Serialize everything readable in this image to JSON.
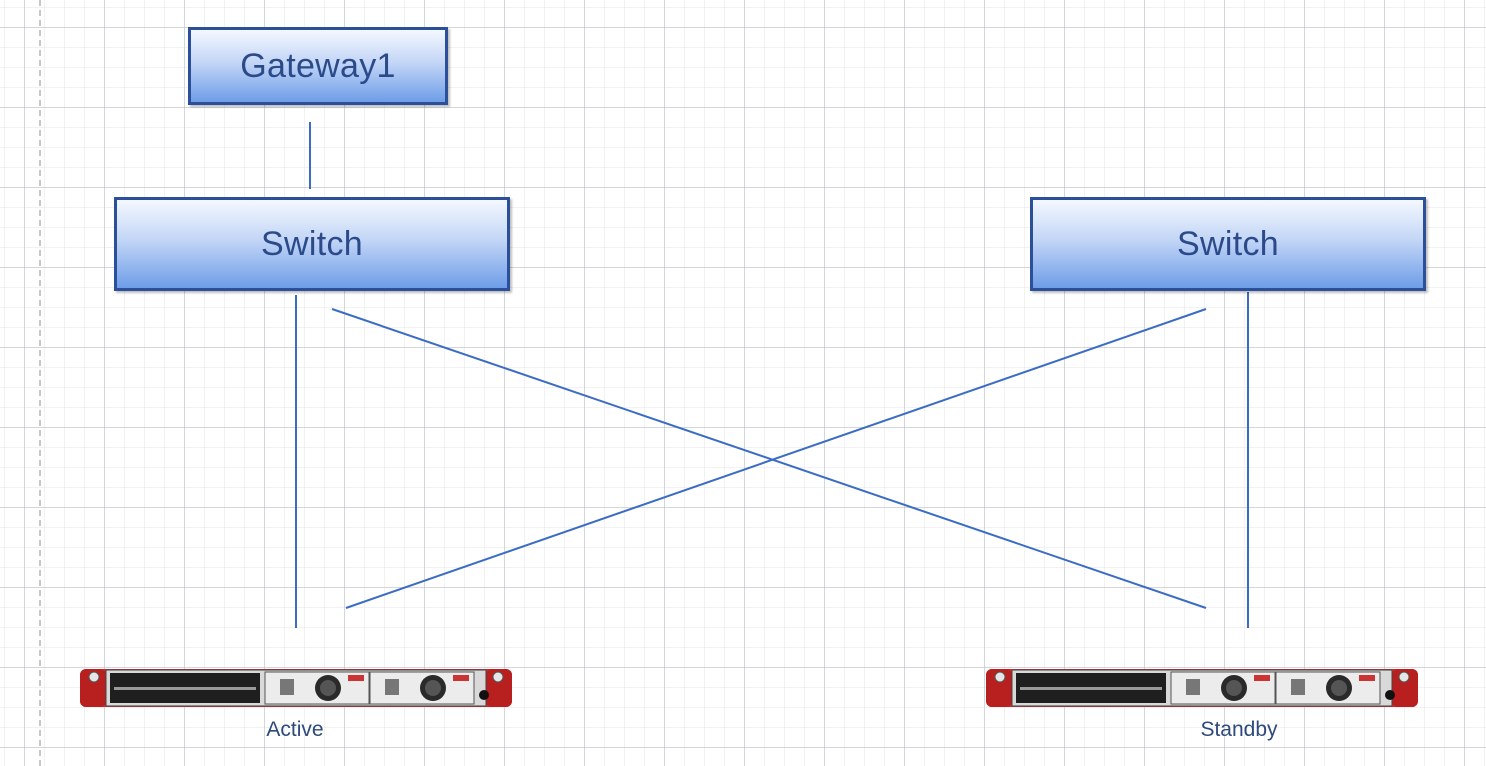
{
  "nodes": {
    "gateway": {
      "label": "Gateway1"
    },
    "switch_left": {
      "label": "Switch"
    },
    "switch_right": {
      "label": "Switch"
    }
  },
  "devices": {
    "active": {
      "label": "Active",
      "icon": "firewall-appliance-icon"
    },
    "standby": {
      "label": "Standby",
      "icon": "firewall-appliance-icon"
    }
  },
  "colors": {
    "link": "#3b6cc4",
    "node_border": "#2c4f9a",
    "node_text": "#2a4a8a",
    "device_red": "#d12a2a",
    "label_text": "#2d4a7a"
  }
}
